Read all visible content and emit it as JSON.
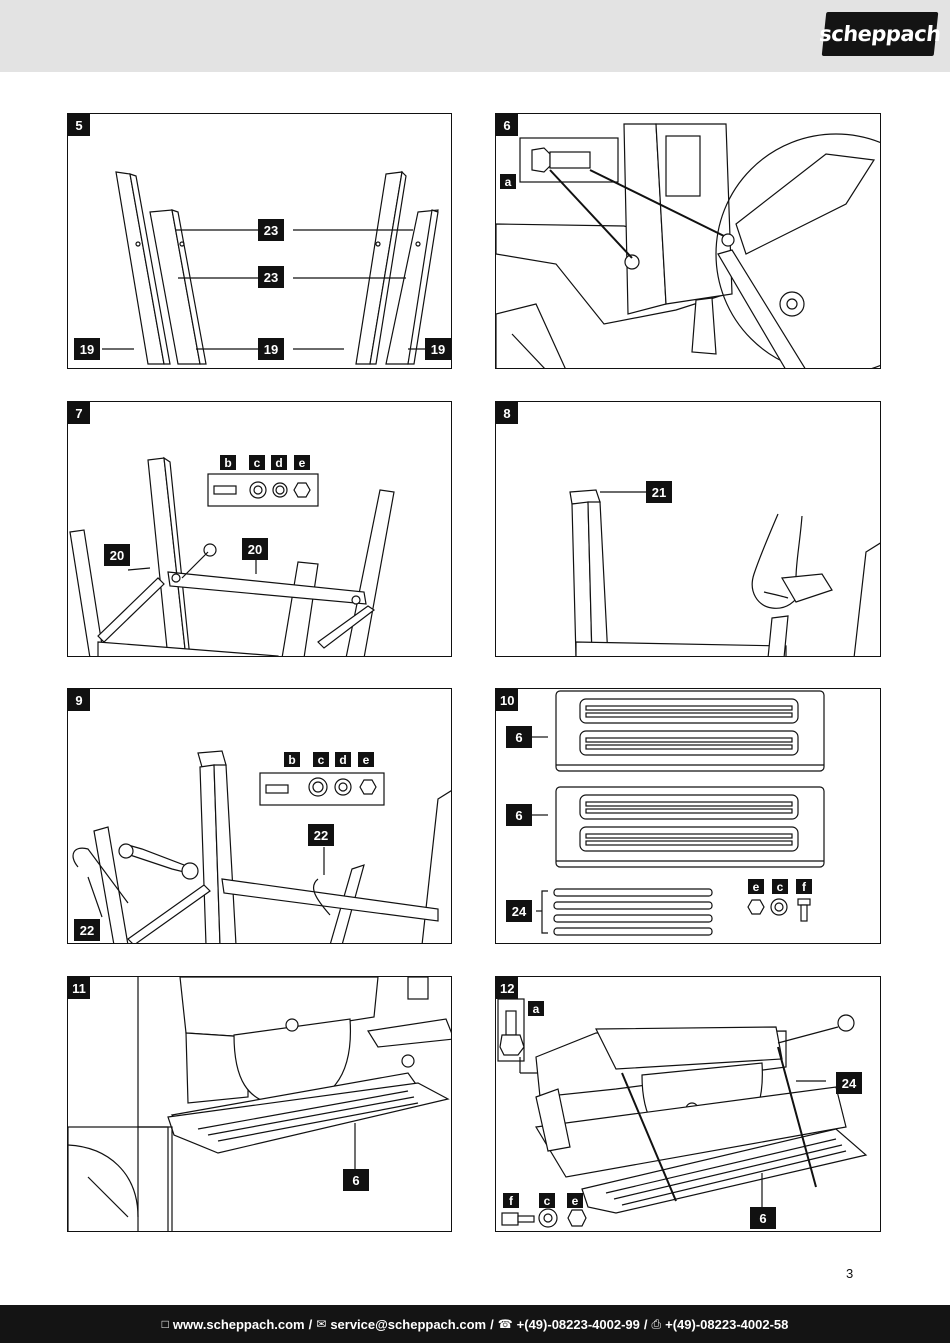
{
  "header": {
    "logo_text": "scheppach"
  },
  "figures": [
    {
      "number": "5",
      "callouts": [
        "23",
        "23",
        "19",
        "19",
        "19"
      ]
    },
    {
      "number": "6",
      "callouts": [
        "a"
      ]
    },
    {
      "number": "7",
      "callouts": [
        "20",
        "20"
      ],
      "parts": [
        "b",
        "c",
        "d",
        "e"
      ]
    },
    {
      "number": "8",
      "callouts": [
        "21"
      ]
    },
    {
      "number": "9",
      "callouts": [
        "22",
        "22"
      ],
      "parts": [
        "b",
        "c",
        "d",
        "e"
      ]
    },
    {
      "number": "10",
      "callouts": [
        "6",
        "6",
        "24"
      ],
      "parts": [
        "e",
        "c",
        "f"
      ]
    },
    {
      "number": "11",
      "callouts": [
        "6"
      ]
    },
    {
      "number": "12",
      "callouts": [
        "a",
        "24",
        "6"
      ],
      "parts": [
        "f",
        "c",
        "e"
      ]
    }
  ],
  "page_number": "3",
  "footer": {
    "website": "www.scheppach.com",
    "email": "service@scheppach.com",
    "phone": "+(49)-08223-4002-99",
    "fax": "+(49)-08223-4002-58",
    "separator": "/"
  },
  "icons": [
    "computer-icon",
    "email-icon",
    "phone-icon",
    "fax-icon"
  ]
}
